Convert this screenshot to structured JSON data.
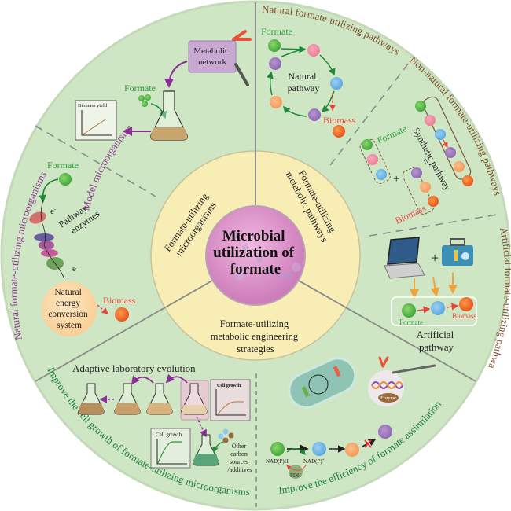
{
  "colors": {
    "outer_ring": "#cfe6c4",
    "outer_ring_edge": "#b9d3ad",
    "middle_ring": "#f7edb5",
    "center_disk": "#d88ec4",
    "divider": "#7a7a7a",
    "formate_green": "#2e9a3e",
    "biomass_red": "#e8473c",
    "arc_brown": "#7b4a2a",
    "arc_purple": "#8b3a8f",
    "arc_green": "#1f7f3a",
    "purple_arrow": "#8a2f96",
    "orange_arrow": "#f2a23a"
  },
  "center": {
    "title_lines": [
      "Microbial",
      "utilization of",
      "formate"
    ]
  },
  "middle_ring": {
    "microorganisms_lines": [
      "Formate-utilizing",
      "microorganisms"
    ],
    "pathways_lines": [
      "Formate-utilizing",
      "metabolic pathways"
    ],
    "strategies_lines": [
      "Formate-utilizing",
      "metabolic engineering",
      "strategies"
    ]
  },
  "outer_ring": {
    "arc_labels": {
      "model": "Model microorganisms",
      "natural_microorganisms": "Natural formate-utilizing microorganisms",
      "natural_pathways": "Natural formate-utilizing pathways",
      "non_natural_pathways": "Non-natural formate-utilizing pathways",
      "artificial_pathways": "Artificial formate-utilizing pathways",
      "improve_growth": "Improve the cell growth of formate-utilizing microorganisms",
      "improve_efficiency": "Improve the efficiency of formate assimilation"
    },
    "model_panel": {
      "metabolic_network_lines": [
        "Metabolic",
        "network"
      ],
      "formate": "Formate",
      "chart_title": "Biomass yield"
    },
    "natural_micro_panel": {
      "formate": "Formate",
      "electron_top": "e",
      "electron_bottom": "e",
      "electron_sup": "-",
      "enzymes_lines": [
        "Pathway",
        "enzymes"
      ],
      "system_lines": [
        "Natural",
        "energy",
        "conversion",
        "system"
      ],
      "biomass": "Biomass"
    },
    "natural_pathway_panel": {
      "formate": "Formate",
      "label_lines": [
        "Natural",
        "pathway"
      ],
      "biomass": "Biomass"
    },
    "non_natural_panel": {
      "formate": "Formate",
      "synthetic_label": "Synthetic pathway",
      "equals": "=",
      "plus": "+",
      "biomass": "Biomass"
    },
    "artificial_panel": {
      "plus": "+",
      "formate": "Formate",
      "biomass": "Biomass",
      "label_lines": [
        "Artificial",
        "pathway"
      ]
    },
    "ale_panel": {
      "title": "Adaptive laboratory evolution",
      "chart_small_title": "Cell growth",
      "chart_large_title": "Cell growth",
      "other_lines": [
        "Other",
        "carbon",
        "sources",
        "/additives"
      ]
    },
    "efficiency_panel": {
      "enzyme": "Enzyme",
      "nadph": "NAD(P)H",
      "nadp": "NAD(P)",
      "nadp_sup": "+",
      "fdh": "FDH"
    }
  }
}
